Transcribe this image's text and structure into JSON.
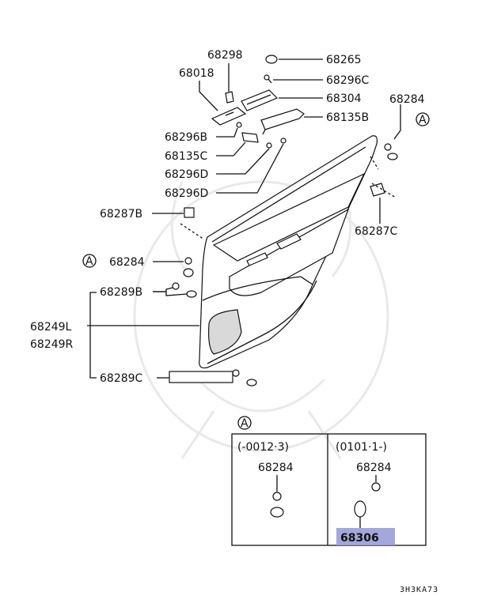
{
  "labels": {
    "p68298": "68298",
    "p68265": "68265",
    "p68018": "68018",
    "p68296C": "68296C",
    "p68304": "68304",
    "p68284_top": "68284",
    "p68135B": "68135B",
    "p68296B": "68296B",
    "p68135C": "68135C",
    "p68296D_1": "68296D",
    "p68296D_2": "68296D",
    "p68287B": "68287B",
    "p68287C": "68287C",
    "p68284_mid": "68284",
    "p68289B": "68289B",
    "p68249L": "68249L",
    "p68249R": "68249R",
    "p68289C": "68289C"
  },
  "callouts": {
    "circle_a": "A"
  },
  "detail_box": {
    "title_marker": "A",
    "left_range": "(-0012·3)",
    "right_range": "(0101·1-)",
    "left_part": "68284",
    "right_part": "68284",
    "highlighted_part": "68306",
    "highlight_color": "#9a9dd6"
  },
  "diagram_code": "3H3KA73"
}
